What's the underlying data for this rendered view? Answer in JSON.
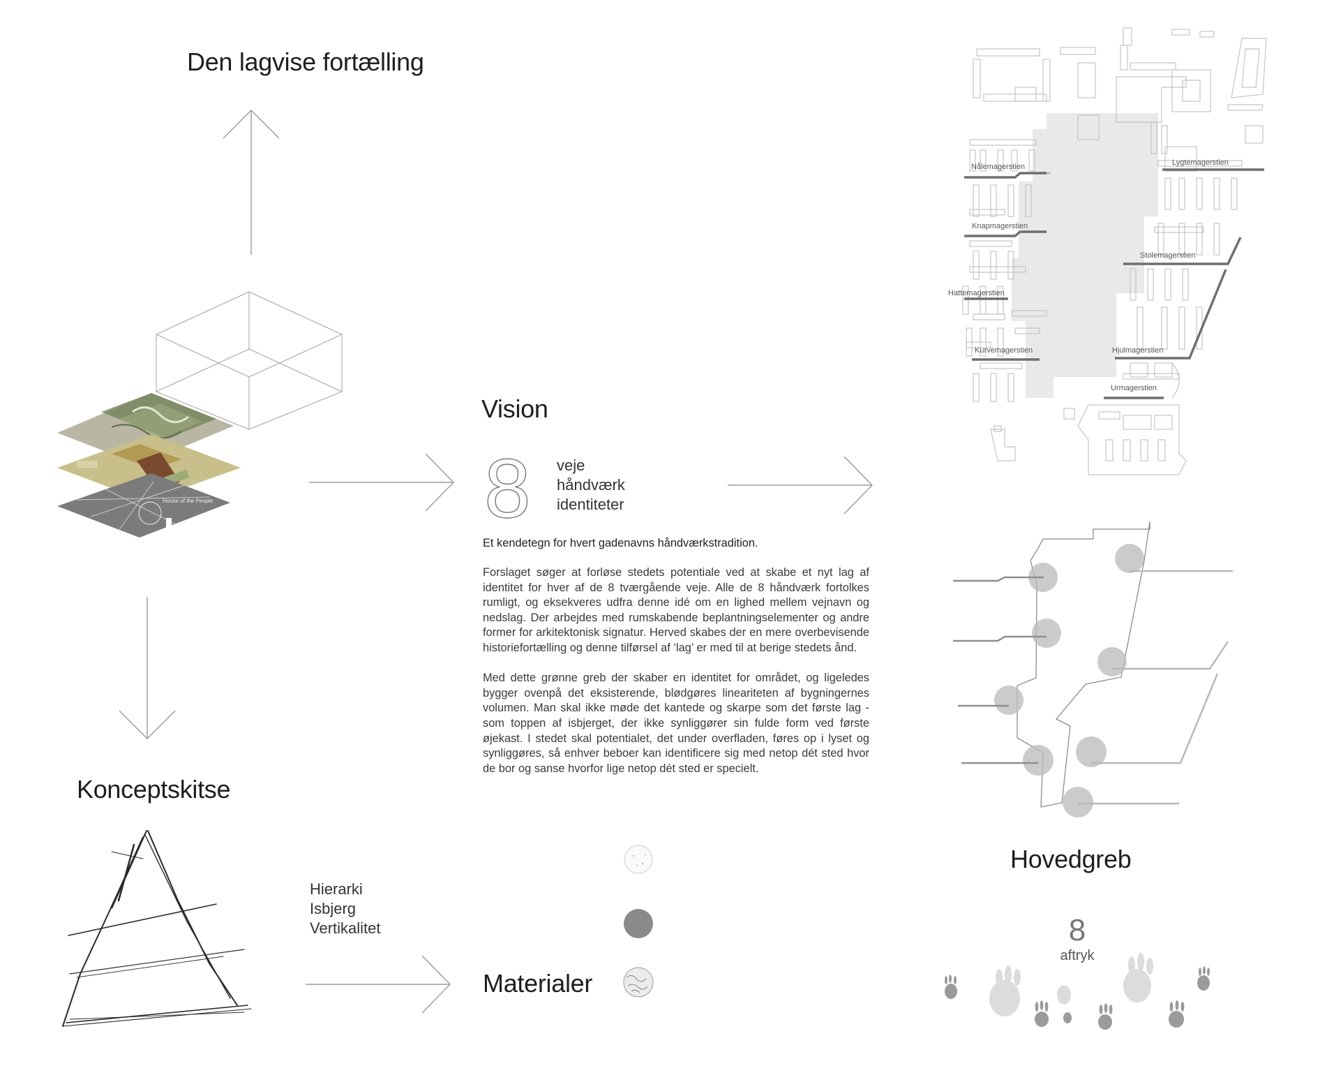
{
  "headings": {
    "layered_story": "Den lagvise fortælling",
    "concept_sketch": "Konceptskitse",
    "vision": "Vision",
    "main_moves": "Hovedgreb",
    "materials": "Materialer"
  },
  "layers_map_label": "House of the People",
  "vision": {
    "number": "8",
    "words": [
      "veje",
      "håndværk",
      "identiteter"
    ],
    "subtitle": "Et kendetegn for hvert gadenavns håndværkstradition.",
    "paragraphs": [
      "Forslaget søger at forløse stedets potentiale ved at skabe et nyt lag af identitet for hver af de 8 tværgående veje. Alle de 8 håndværk fortolkes rumligt, og eksekveres udfra denne idé om en lighed mellem vejnavn og nedslag. Der arbejdes med rumskabende beplantningselementer og andre former for arkitektonisk signatur. Herved skabes der en mere overbevisende historiefortælling og denne tilførsel af ‘lag’ er med til at berige stedets ånd.",
      "Med dette grønne greb der skaber en identitet for området, og ligeledes bygger ovenpå det eksisterende, blødgøres lineariteten af bygningernes volumen. Man skal ikke møde det kantede og skarpe som det første lag - som toppen af isbjerget, der ikke synliggører sin fulde form ved første øjekast. I stedet skal potentialet, det under overfladen, føres op i lyset og synliggøres, så enhver beboer kan identificere sig med netop dét sted hvor de bor og sanse hvorfor lige netop dét sted er specielt."
    ]
  },
  "concept_words": [
    "Hierarki",
    "Isbjerg",
    "Vertikalitet"
  ],
  "streets": [
    "Nålemagerstien",
    "Lygtemagerstien",
    "Knapmagerstien",
    "Stolemagerstien",
    "Hattemagerstien",
    "Kurvemagerstien",
    "Hjulmagerstien",
    "Urmagerstien"
  ],
  "imprints": {
    "number": "8",
    "label": "aftryk"
  },
  "colors": {
    "plaza": "#e7e9e6",
    "street_line": "#6e6e6e",
    "circle": "#bdbdbd",
    "material_dark": "#8a8a8a"
  }
}
